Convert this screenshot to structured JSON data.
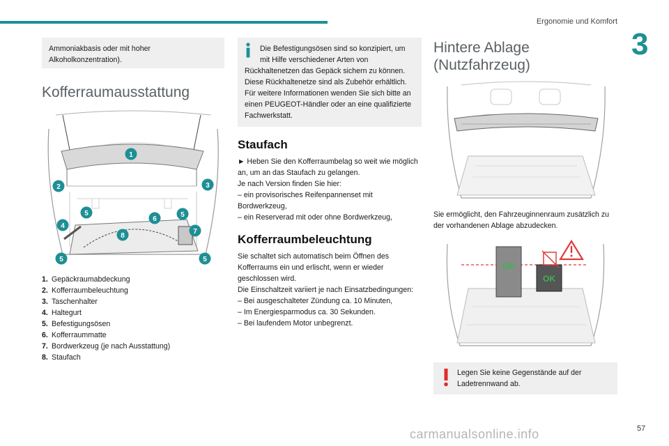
{
  "header": {
    "section_title": "Ergonomie und Komfort",
    "chapter_number": "3",
    "accent_color": "#1e8f95"
  },
  "footer": {
    "page_number": "57",
    "watermark": "carmanualsonline.info"
  },
  "col1": {
    "note_box": "Ammoniakbasis oder mit hoher Alkoholkonzentration).",
    "heading": "Kofferraumausstattung",
    "figure_callouts": [
      "1",
      "2",
      "3",
      "4",
      "5",
      "5",
      "5",
      "5",
      "6",
      "7",
      "8"
    ],
    "legend": [
      {
        "num": "1.",
        "text": "Gepäckraumabdeckung"
      },
      {
        "num": "2.",
        "text": "Kofferraumbeleuchtung"
      },
      {
        "num": "3.",
        "text": "Taschenhalter"
      },
      {
        "num": "4.",
        "text": "Haltegurt"
      },
      {
        "num": "5.",
        "text": "Befestigungsösen"
      },
      {
        "num": "6.",
        "text": "Kofferraummatte"
      },
      {
        "num": "7.",
        "text": "Bordwerkzeug (je nach Ausstattung)"
      },
      {
        "num": "8.",
        "text": "Staufach"
      }
    ]
  },
  "col2": {
    "info_box": {
      "line1": "Die Befestigungsösen sind so konzipiert, um",
      "line2": "mit Hilfe verschiedener Arten von",
      "rest": "Rückhaltenetzen das Gepäck sichern zu können. Diese Rückhaltenetze sind als Zubehör erhältlich. Für weitere Informationen wenden Sie sich bitte an einen PEUGEOT-Händler oder an eine qualifizierte Fachwerkstatt."
    },
    "staufach_heading": "Staufach",
    "staufach_lines": [
      "► Heben Sie den Kofferraumbelag so weit wie möglich an, um an das Staufach zu gelangen.",
      "Je nach Version finden Sie hier:",
      "– ein provisorisches Reifenpannenset mit Bordwerkzeug,",
      "– ein Reserverad mit oder ohne Bordwerkzeug,"
    ],
    "light_heading": "Kofferraumbeleuchtung",
    "light_lines": [
      "Sie schaltet sich automatisch beim Öffnen des Kofferraums ein und erlischt, wenn er wieder geschlossen wird.",
      "Die Einschaltzeit variiert je nach Einsatzbedingungen:",
      "– Bei ausgeschalteter Zündung ca. 10 Minuten,",
      "– Im Energiesparmodus ca. 30 Sekunden.",
      "– Bei laufendem Motor unbegrenzt."
    ]
  },
  "col3": {
    "heading_line1": "Hintere Ablage",
    "heading_line2": "(Nutzfahrzeug)",
    "description": "Sie ermöglicht, den Fahrzeuginnenraum zusätzlich zu der vorhandenen Ablage abzudecken.",
    "ok_label_1": "OK",
    "ok_label_2": "OK",
    "warning_box": "Legen Sie keine Gegenstände auf der Ladetrennwand ab."
  }
}
